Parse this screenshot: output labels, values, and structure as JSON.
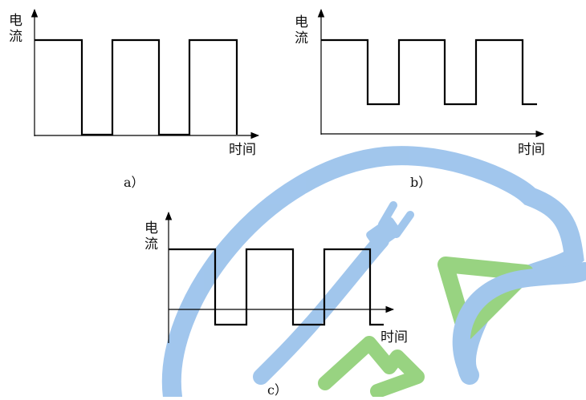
{
  "diagrams": [
    {
      "id": "a",
      "y_label_line1": "电",
      "y_label_line2": "流",
      "x_label": "时间",
      "caption": "a）",
      "waveform": "square pulse, current drops to zero between pulses"
    },
    {
      "id": "b",
      "y_label_line1": "电",
      "y_label_line2": "流",
      "x_label": "时间",
      "caption": "b）",
      "waveform": "square pulse with non-zero base current"
    },
    {
      "id": "c",
      "y_label_line1": "电",
      "y_label_line2": "流",
      "x_label": "时间",
      "caption": "c）",
      "waveform": "alternating square wave, positive and negative"
    }
  ],
  "watermark": {
    "shape": "plug-and-cable-logo",
    "cable_color": "#9cc3ec",
    "accent_color": "#93d17b"
  }
}
